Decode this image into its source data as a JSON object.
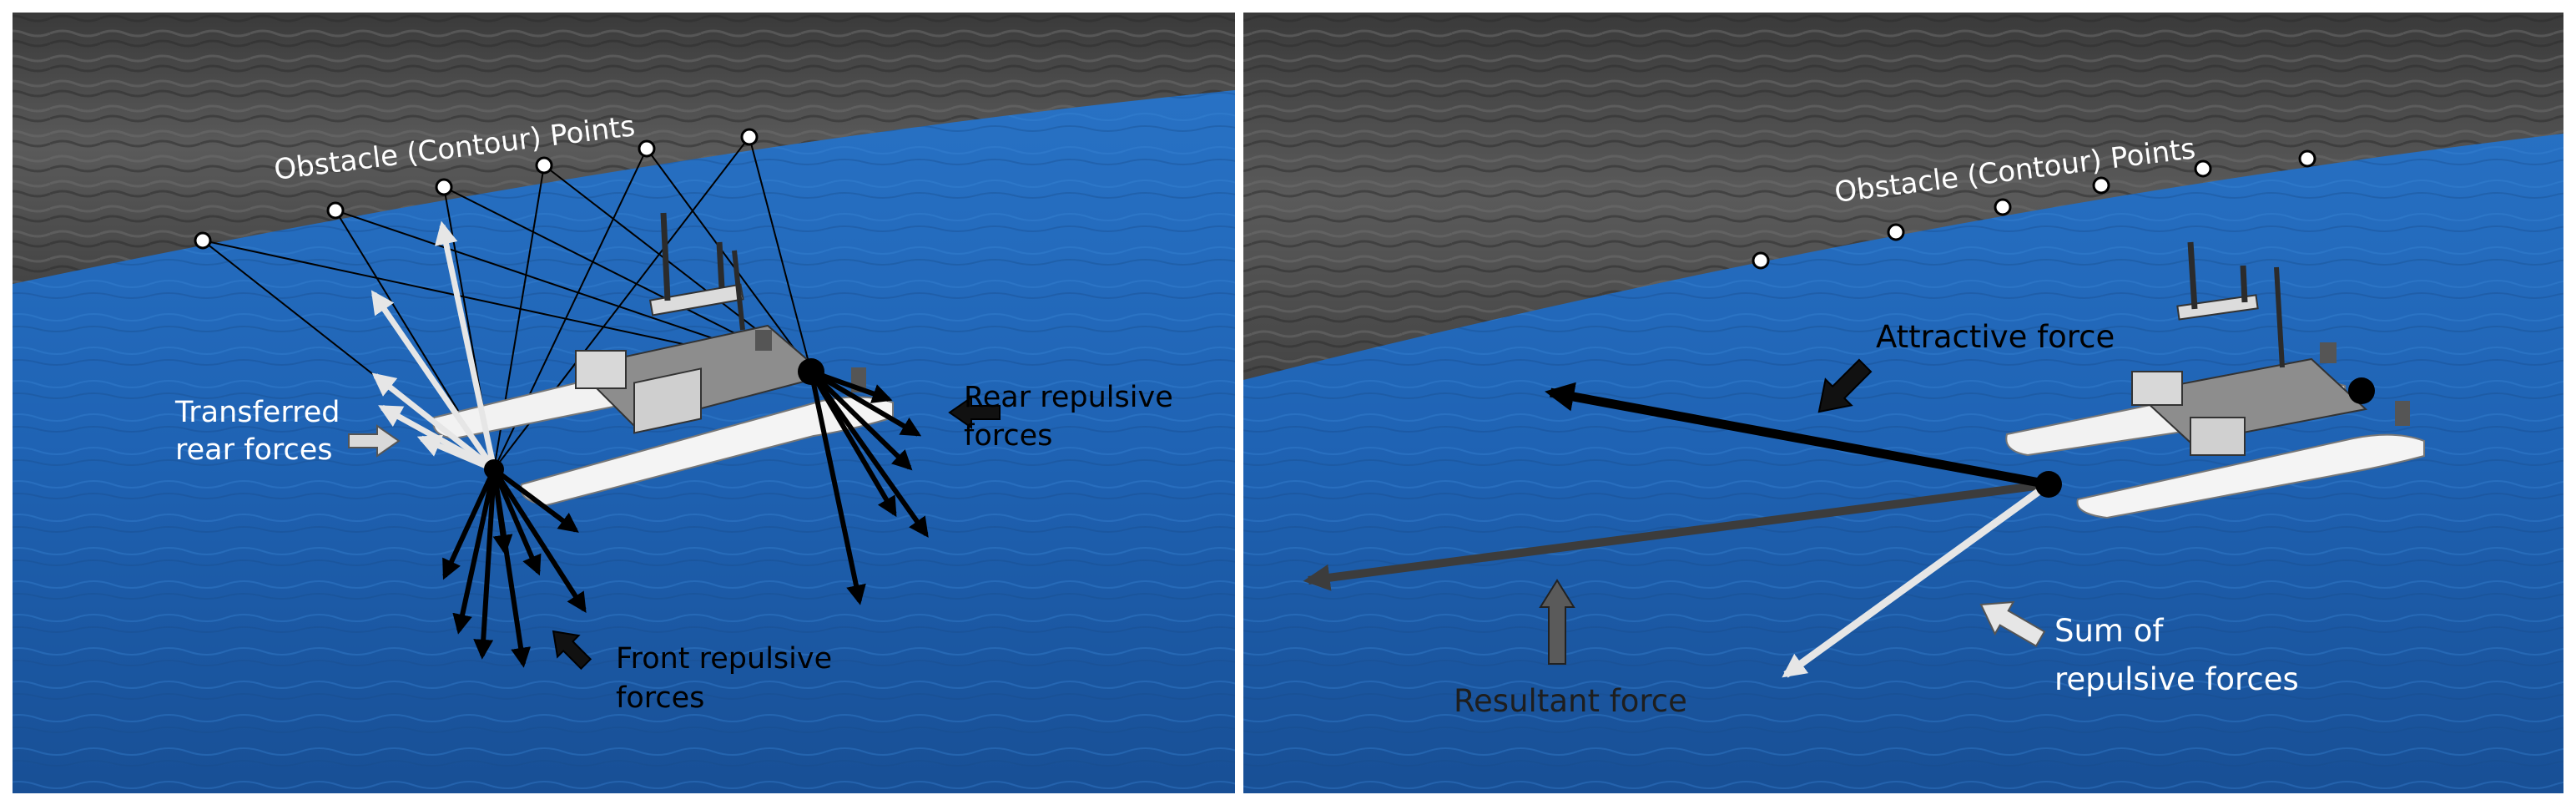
{
  "panels": [
    {
      "id": "left",
      "labels": {
        "obstacle_points": "Obstacle (Contour) Points",
        "transferred_line1": "Transferred",
        "transferred_line2": "rear forces",
        "rear_line1": "Rear repulsive",
        "rear_line2": "forces",
        "front_line1": "Front repulsive",
        "front_line2": "forces"
      }
    },
    {
      "id": "right",
      "labels": {
        "obstacle_points": "Obstacle (Contour) Points",
        "attractive": "Attractive force",
        "resultant": "Resultant force",
        "sum_line1": "Sum of",
        "sum_line2": "repulsive forces"
      }
    }
  ],
  "colors": {
    "water": "#1f63b4",
    "rock": "#4a4a4a",
    "force_black": "#000000",
    "force_white": "#e6e6e6",
    "force_dark_gray": "#3c3c3c",
    "label_white": "#ffffff",
    "label_black": "#000000",
    "label_gray": "#1e1e1e"
  }
}
